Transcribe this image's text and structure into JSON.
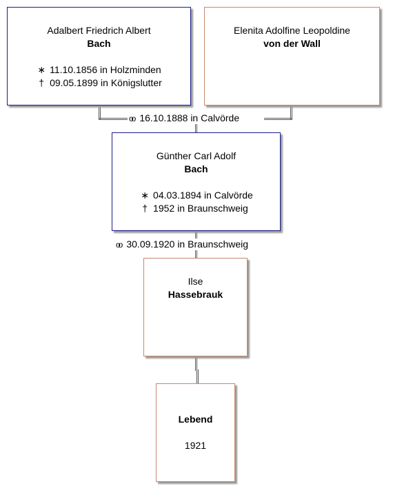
{
  "father": {
    "given": "Adalbert Friedrich Albert",
    "surname": "Bach",
    "birth_symbol": "∗",
    "birth": "11.10.1856 in Holzminden",
    "death_symbol": "†",
    "death": "09.05.1899 in Königslutter"
  },
  "mother": {
    "given": "Elenita Adolfine Leopoldine",
    "surname": "von der Wall"
  },
  "marriage1": {
    "symbol": "oo",
    "text": "16.10.1888 in Calvörde"
  },
  "person": {
    "given": "Günther Carl Adolf",
    "surname": "Bach",
    "birth_symbol": "∗",
    "birth": "04.03.1894 in Calvörde",
    "death_symbol": "†",
    "death": "1952 in Braunschweig"
  },
  "marriage2": {
    "symbol": "oo",
    "text": "30.09.1920 in Braunschweig"
  },
  "spouse": {
    "given": "Ilse",
    "surname": "Hassebrauk"
  },
  "child": {
    "status": "Lebend",
    "year": "1921"
  },
  "colors": {
    "male_border": "#1a1a8c",
    "female_border": "#c8876a",
    "line": "#555555"
  }
}
